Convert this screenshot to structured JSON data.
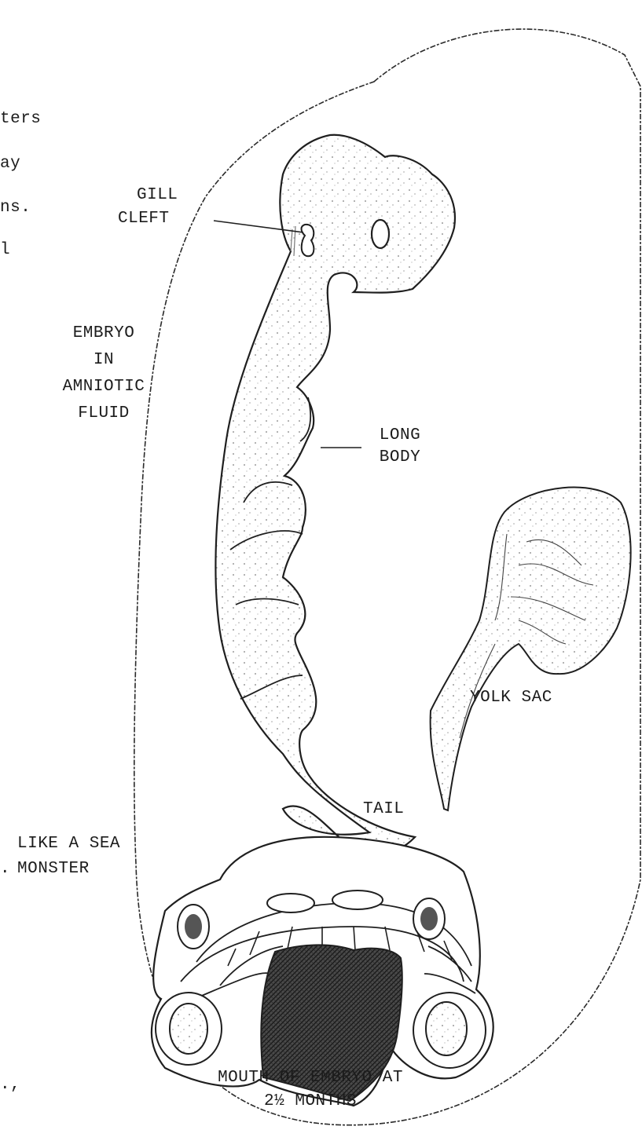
{
  "left_fragments": [
    "ters",
    "ay",
    "ns.",
    "l",
    ".",
    ".,"
  ],
  "labels": {
    "gill_cleft": [
      "GILL",
      "CLEFT"
    ],
    "embryo_in_amniotic_fluid": [
      "EMBRYO",
      "IN",
      "AMNIOTIC",
      "FLUID"
    ],
    "long_body": [
      "LONG",
      "BODY"
    ],
    "yolk_sac": "YOLK SAC",
    "tail": "TAIL",
    "like_a_sea_monster": [
      "LIKE A SEA",
      "MONSTER"
    ],
    "mouth_caption": [
      "MOUTH OF EMBRYO AT",
      "2½ MONTHS"
    ]
  },
  "colors": {
    "ink": "#1c1c1c",
    "shade": "#3a3a3a",
    "paper": "#ffffff"
  }
}
